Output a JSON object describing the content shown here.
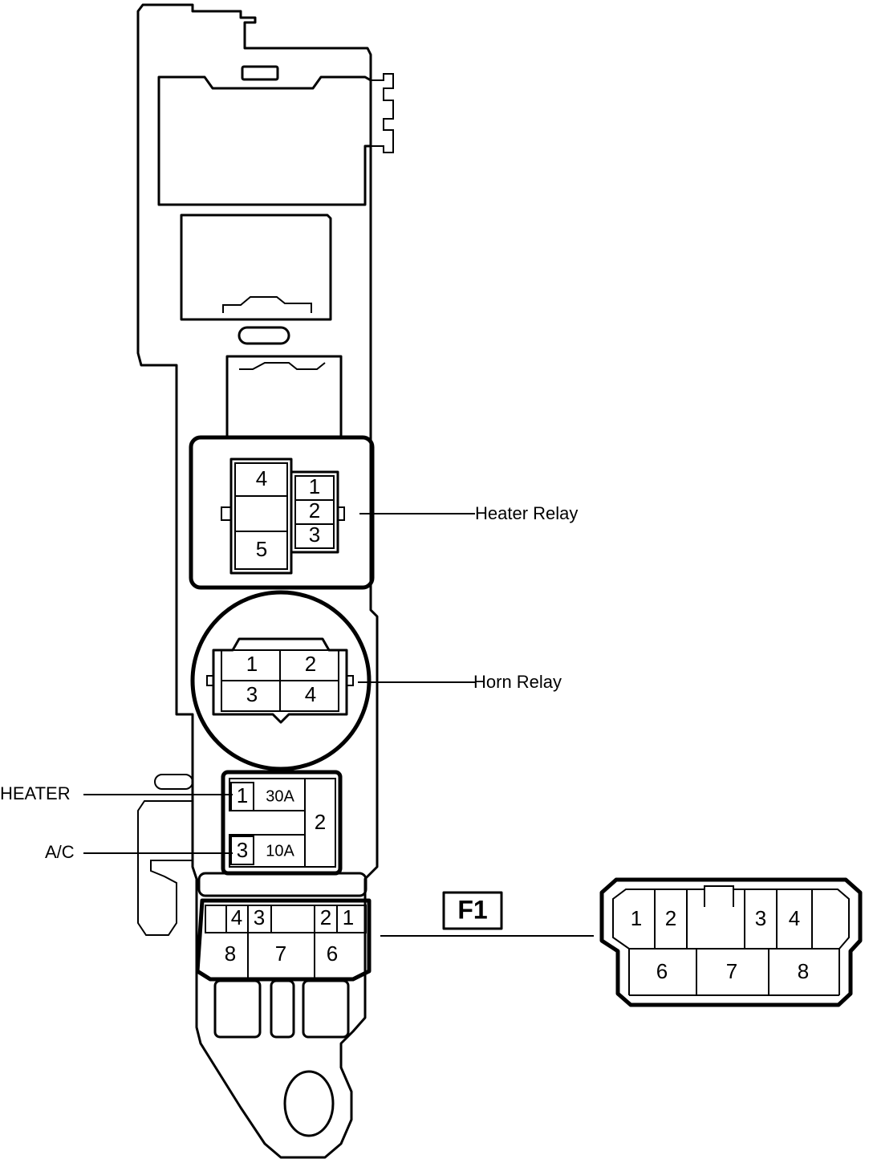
{
  "labels": {
    "heater_relay": "Heater Relay",
    "horn_relay": "Horn Relay",
    "heater": "HEATER",
    "ac": "A/C",
    "connector_id": "F1"
  },
  "heater_relay_pins": [
    "4",
    "1",
    "2",
    "3",
    "5"
  ],
  "horn_relay_pins": [
    "1",
    "2",
    "3",
    "4"
  ],
  "fuse_block": {
    "pins": [
      "1",
      "3",
      "2"
    ],
    "ratings": [
      "30A",
      "10A"
    ]
  },
  "connector_on_board_pins": [
    "4",
    "3",
    "2",
    "1",
    "8",
    "7",
    "6"
  ],
  "connector_detail_pins": [
    "1",
    "2",
    "3",
    "4",
    "6",
    "7",
    "8"
  ]
}
